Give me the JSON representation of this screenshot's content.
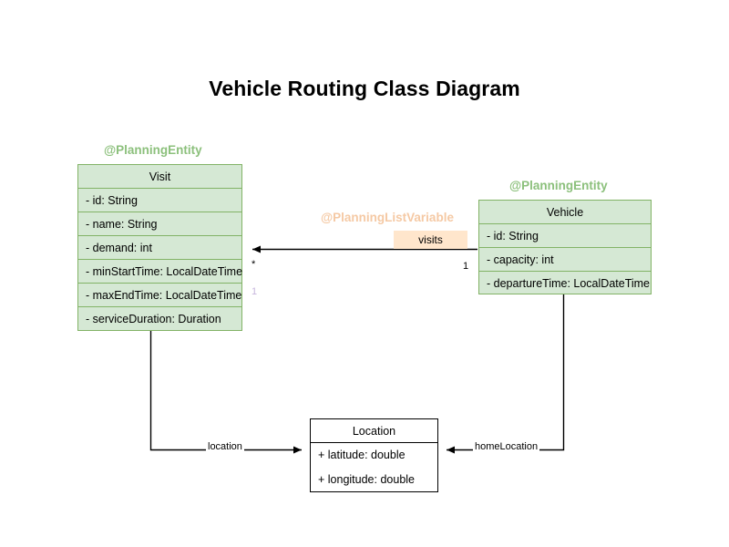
{
  "diagram": {
    "title": "Vehicle Routing Class Diagram",
    "type": "uml-class-diagram",
    "colors": {
      "entity_fill": "#d5e8d4",
      "entity_border": "#82b366",
      "stereotype_green": "#8cc07c",
      "stereotype_orange": "#f5c9a4",
      "badge_fill": "#ffe6cc",
      "plain_fill": "#ffffff",
      "plain_border": "#000000",
      "multiplicity_light": "#c7b6dd",
      "background": "#ffffff"
    }
  },
  "classes": {
    "visit": {
      "stereotype": "@PlanningEntity",
      "name": "Visit",
      "attributes": [
        "- id: String",
        "- name: String",
        "- demand: int",
        "- minStartTime: LocalDateTime",
        "- maxEndTime: LocalDateTime",
        "- serviceDuration: Duration"
      ]
    },
    "vehicle": {
      "stereotype": "@PlanningEntity",
      "name": "Vehicle",
      "attributes": [
        "- id: String",
        "- capacity: int",
        "- departureTime: LocalDateTime"
      ]
    },
    "location": {
      "name": "Location",
      "attributes": [
        "+ latitude: double",
        "+ longitude: double"
      ]
    }
  },
  "relations": {
    "visits": {
      "stereotype": "@PlanningListVariable",
      "label": "visits",
      "source_multiplicity": "1",
      "target_multiplicity": "*",
      "target_multiplicity_secondary": "1"
    },
    "visit_location": {
      "label": "location"
    },
    "vehicle_home_location": {
      "label": "homeLocation"
    }
  }
}
